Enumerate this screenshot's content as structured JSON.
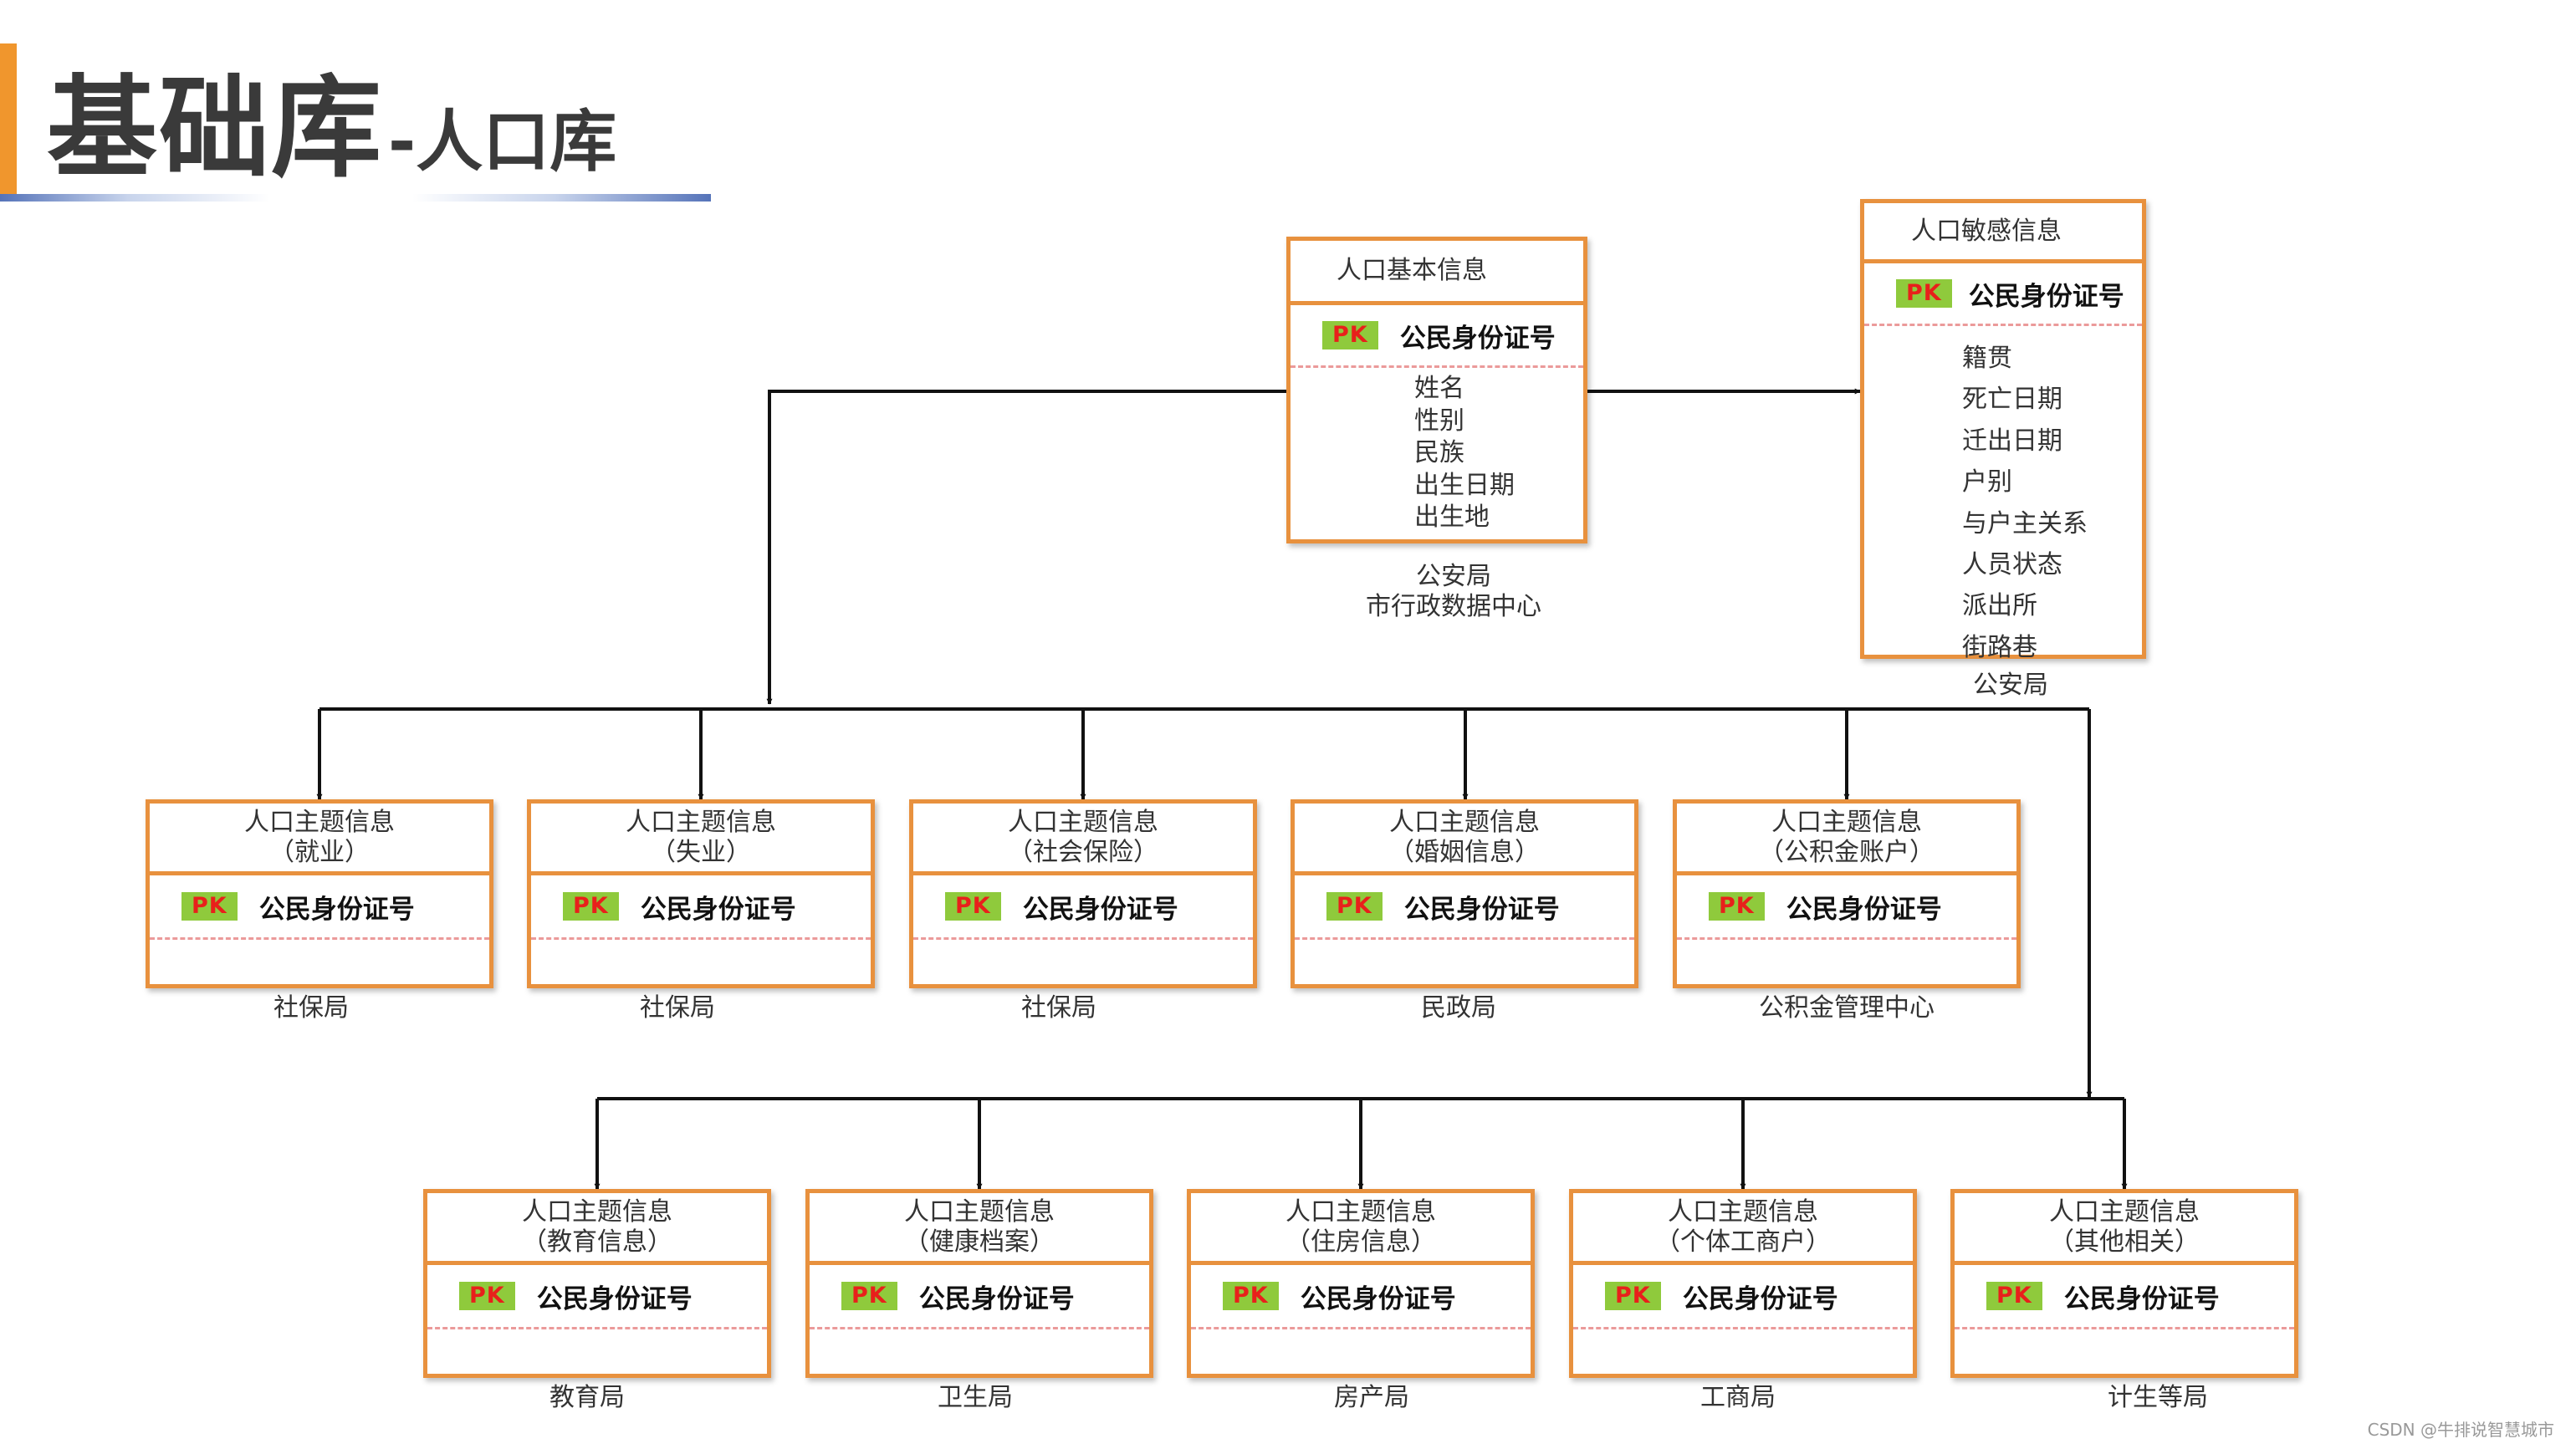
{
  "title": {
    "main": "基础库",
    "sub": "-人口库"
  },
  "pk_badge": "PK",
  "pk_field": "公民身份证号",
  "basic_entity": {
    "title": "人口基本信息",
    "fields": [
      "姓名",
      "性别",
      "民族",
      "出生日期",
      "出生地"
    ],
    "source_lines": [
      "公安局",
      "市行政数据中心"
    ]
  },
  "sensitive_entity": {
    "title": "人口敏感信息",
    "fields": [
      "籍贯",
      "死亡日期",
      "迁出日期",
      "户别",
      "与户主关系",
      "人员状态",
      "派出所",
      "街路巷"
    ],
    "source": "公安局"
  },
  "theme_row1": [
    {
      "title": "人口主题信息",
      "subtitle": "（就业）",
      "source": "社保局"
    },
    {
      "title": "人口主题信息",
      "subtitle": "（失业）",
      "source": "社保局"
    },
    {
      "title": "人口主题信息",
      "subtitle": "（社会保险）",
      "source": "社保局"
    },
    {
      "title": "人口主题信息",
      "subtitle": "（婚姻信息）",
      "source": "民政局"
    },
    {
      "title": "人口主题信息",
      "subtitle": "（公积金账户）",
      "source": "公积金管理中心"
    }
  ],
  "theme_row2": [
    {
      "title": "人口主题信息",
      "subtitle": "（教育信息）",
      "source": "教育局"
    },
    {
      "title": "人口主题信息",
      "subtitle": "（健康档案）",
      "source": "卫生局"
    },
    {
      "title": "人口主题信息",
      "subtitle": "（住房信息）",
      "source": "房产局"
    },
    {
      "title": "人口主题信息",
      "subtitle": "（个体工商户）",
      "source": "工商局"
    },
    {
      "title": "人口主题信息",
      "subtitle": "（其他相关）",
      "source": "计生等局"
    }
  ],
  "watermark": "CSDN @牛排说智慧城市"
}
